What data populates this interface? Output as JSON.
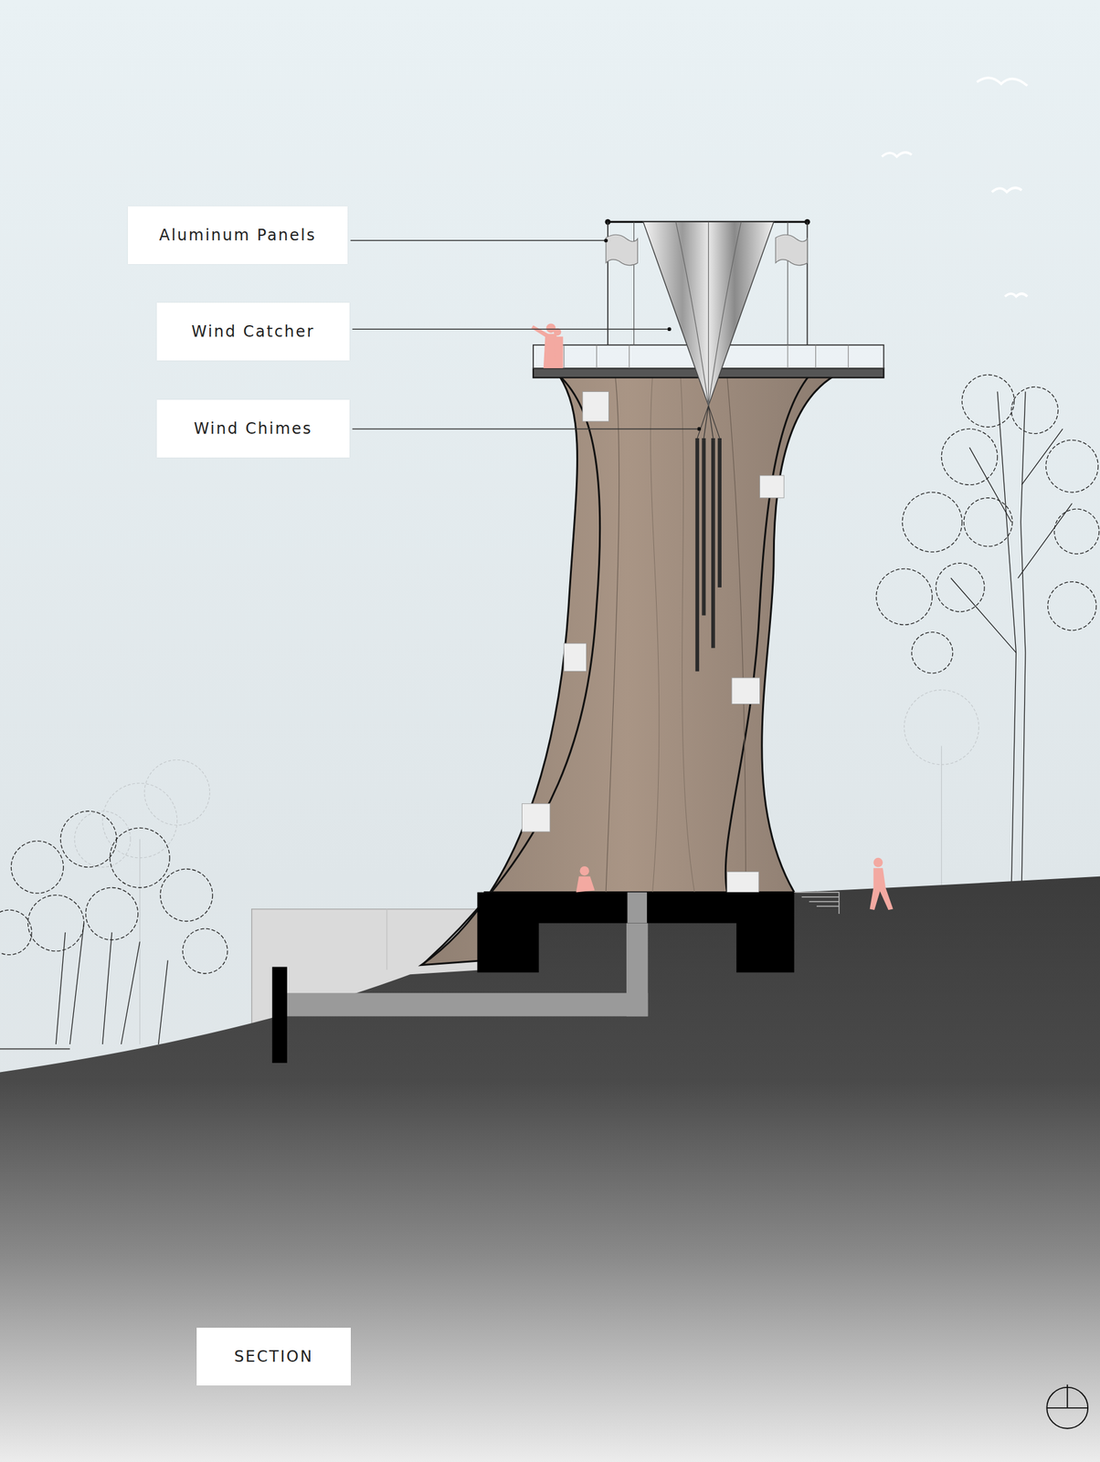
{
  "diagram": {
    "nodes": [
      {
        "text": [
          "Aluminum Panels"
        ]
      },
      {
        "text": [
          "Wind Catcher"
        ]
      },
      {
        "text": [
          "Wind Chimes"
        ]
      },
      {
        "text": [
          "SECTION"
        ]
      }
    ]
  }
}
